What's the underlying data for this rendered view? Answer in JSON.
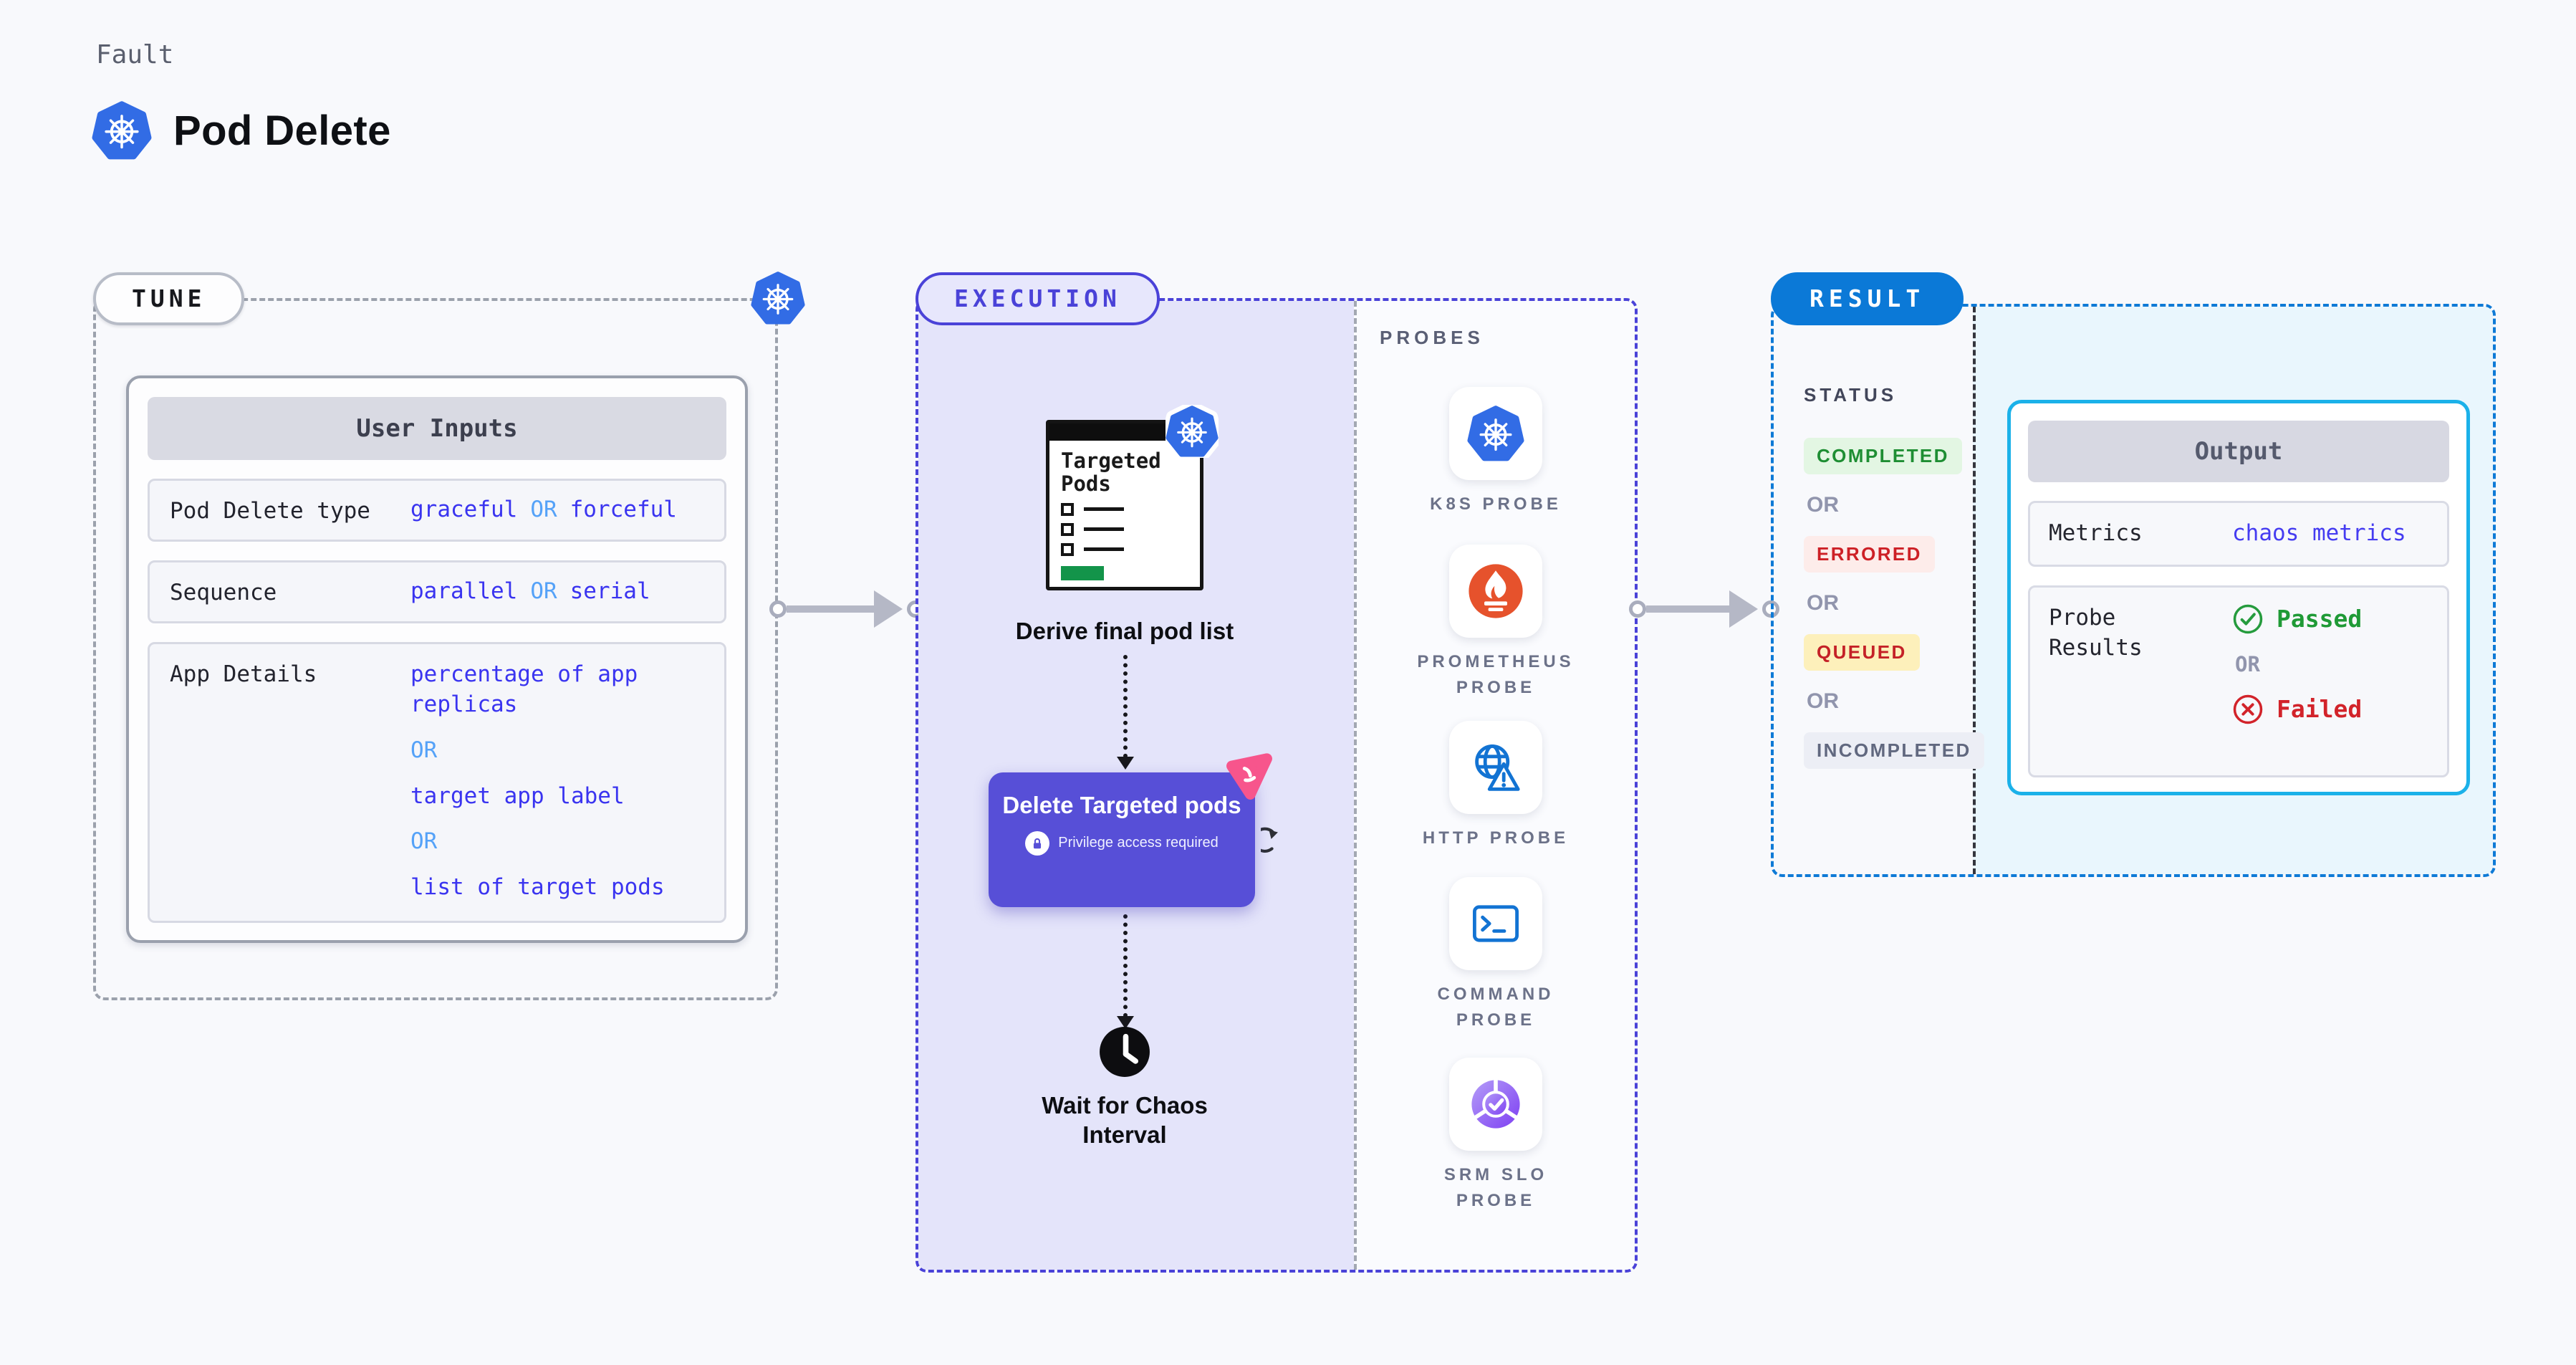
{
  "colors": {
    "page_bg": "#f8f9fc",
    "k8s_blue": "#326ce5",
    "accent_indigo": "#4a42d8",
    "execution_fill": "#e4e4fa",
    "delete_button": "#574fd7",
    "chaos_pink": "#f7558c",
    "result_blue": "#0b79d7",
    "result_fill": "#e9f6fd",
    "output_border_cyan": "#1bb1e9",
    "value_indigo": "#3a34f0",
    "or_light_blue": "#55a2f8",
    "prometheus_orange": "#e6522c",
    "probe_icon_blue": "#1273d3",
    "passed_green": "#1f9a36",
    "failed_red": "#d2232a",
    "completed_bg": "#e3f6e3",
    "errored_bg": "#fdecea",
    "queued_bg": "#fdf0bb",
    "incompleted_bg": "#eceef5",
    "targeted_green_bar": "#13944a"
  },
  "header": {
    "kicker": "Fault",
    "title": "Pod Delete"
  },
  "tune": {
    "label": "TUNE",
    "user_inputs": {
      "header": "User Inputs",
      "rows": [
        {
          "label": "Pod Delete type",
          "parts": [
            {
              "t": "graceful",
              "k": "value"
            },
            {
              "t": "OR",
              "k": "or"
            },
            {
              "t": "forceful",
              "k": "value"
            }
          ]
        },
        {
          "label": "Sequence",
          "parts": [
            {
              "t": "parallel",
              "k": "value"
            },
            {
              "t": "OR",
              "k": "or"
            },
            {
              "t": "serial",
              "k": "value"
            }
          ]
        },
        {
          "label": "App Details",
          "parts": [
            {
              "t": "percentage of app replicas",
              "k": "value"
            },
            {
              "t": "OR",
              "k": "or"
            },
            {
              "t": "target app label",
              "k": "value"
            },
            {
              "t": "OR",
              "k": "or"
            },
            {
              "t": "list of target pods",
              "k": "value"
            }
          ]
        }
      ]
    }
  },
  "execution": {
    "label": "EXECUTION",
    "flow": {
      "targeted_pods_title": "Targeted Pods",
      "derive_label": "Derive final pod list",
      "delete_button_label": "Delete Targeted pods",
      "privilege_note": "Privilege access required",
      "wait_label": "Wait for Chaos Interval"
    },
    "probes": {
      "header": "PROBES",
      "items": [
        {
          "label": "K8S PROBE",
          "icon": "kubernetes-icon"
        },
        {
          "label": "PROMETHEUS PROBE",
          "icon": "prometheus-icon"
        },
        {
          "label": "HTTP PROBE",
          "icon": "http-globe-warning-icon"
        },
        {
          "label": "COMMAND PROBE",
          "icon": "command-terminal-icon"
        },
        {
          "label": "SRM SLO PROBE",
          "icon": "srm-slo-donut-check-icon"
        }
      ]
    }
  },
  "result": {
    "label": "RESULT",
    "status": {
      "header": "STATUS",
      "or_label": "OR",
      "badges": [
        {
          "text": "COMPLETED",
          "kind": "completed"
        },
        {
          "text": "ERRORED",
          "kind": "errored"
        },
        {
          "text": "QUEUED",
          "kind": "queued"
        },
        {
          "text": "INCOMPLETED",
          "kind": "incompleted"
        }
      ]
    },
    "output": {
      "header": "Output",
      "metrics_label": "Metrics",
      "metrics_value": "chaos metrics",
      "probe_results_label": "Probe Results",
      "passed_label": "Passed",
      "or_label": "OR",
      "failed_label": "Failed"
    }
  }
}
